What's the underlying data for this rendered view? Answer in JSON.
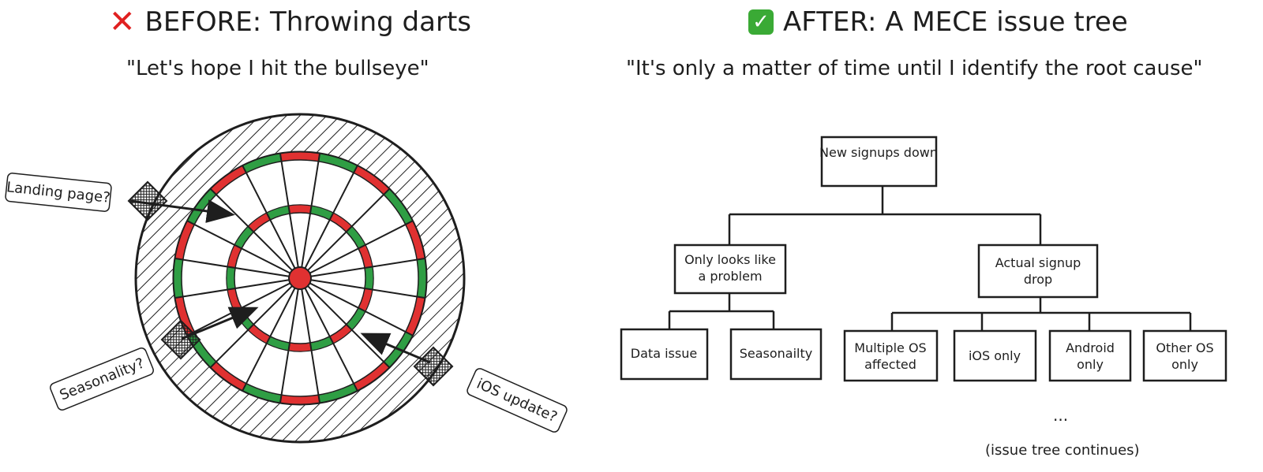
{
  "before": {
    "title": "BEFORE: Throwing darts",
    "title_icon": "cross-mark-icon",
    "quote": "\"Let's hope I hit the bullseye\"",
    "darts": [
      {
        "label": "Landing page?"
      },
      {
        "label": "Seasonality?"
      },
      {
        "label": "iOS update?"
      }
    ]
  },
  "after": {
    "title": "AFTER: A MECE issue tree",
    "title_icon": "check-mark-icon",
    "quote": "\"It's only a matter of time until I identify the root cause\"",
    "tree": {
      "root": "New signups down",
      "branches": [
        {
          "label": "Only looks like a problem",
          "children": [
            "Data issue",
            "Seasonailty"
          ]
        },
        {
          "label": "Actual signup drop",
          "children": [
            "Multiple OS affected",
            "iOS only",
            "Android only",
            "Other OS only"
          ]
        }
      ]
    },
    "ellipsis": "...",
    "continues_note": "(issue tree continues)"
  },
  "colors": {
    "ink": "#1e1e1e",
    "red": "#e03131",
    "green": "#2f9e44",
    "check_green": "#3aaa35"
  }
}
